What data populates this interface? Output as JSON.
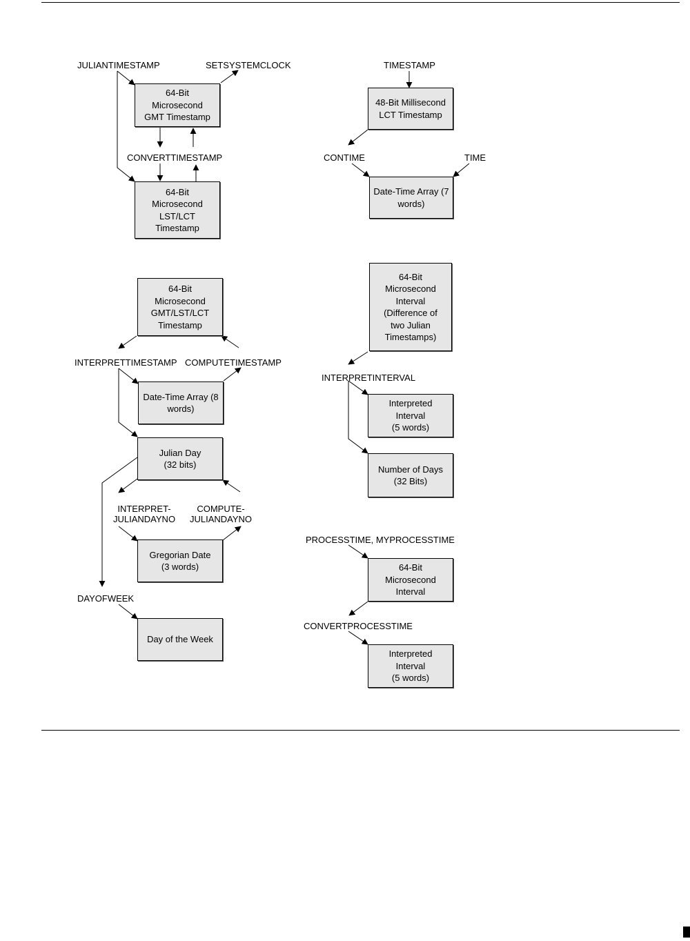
{
  "nodes": {
    "gmt_timestamp": "64-Bit\nMicrosecond\nGMT Timestamp",
    "lst_lct_timestamp": "64-Bit\nMicrosecond\nLST/LCT\nTimestamp",
    "ms_lct_timestamp": "48-Bit Millisecond\nLCT Timestamp",
    "date_time_array_7": "Date-Time Array (7\nwords)",
    "gmt_lst_lct_timestamp": "64-Bit\nMicrosecond\nGMT/LST/LCT\nTimestamp",
    "microsecond_interval": "64-Bit\nMicrosecond\nInterval\n(Difference of\ntwo Julian\nTimestamps)",
    "date_time_array_8": "Date-Time Array (8\nwords)",
    "interpreted_interval_1": "Interpreted\nInterval\n(5 words)",
    "julian_day": "Julian Day\n(32 bits)",
    "number_of_days": "Number of Days\n(32 Bits)",
    "gregorian_date": "Gregorian Date\n(3 words)",
    "process_interval": "64-Bit\nMicrosecond\nInterval",
    "day_of_week": "Day of the Week",
    "interpreted_interval_2": "Interpreted\nInterval\n(5 words)"
  },
  "procedures": {
    "juliantimestamp": "JULIANTIMESTAMP",
    "setsystemclock": "SETSYSTEMCLOCK",
    "timestamp": "TIMESTAMP",
    "converttimestamp": "CONVERTTIMESTAMP",
    "contime": "CONTIME",
    "time": "TIME",
    "interprettimestamp": "INTERPRETTIMESTAMP",
    "computetimestamp": "COMPUTETIMESTAMP",
    "interpretinterval": "INTERPRETINTERVAL",
    "interpret_juliandayno": "INTERPRET-\nJULIANDAYNO",
    "compute_juliandayno": "COMPUTE-\nJULIANDAYNO",
    "processtime": "PROCESSTIME, MYPROCESSTIME",
    "dayofweek": "DAYOFWEEK",
    "convertprocesstime": "CONVERTPROCESSTIME"
  },
  "colors": {
    "node_fill": "#e6e6e6",
    "line": "#000000"
  }
}
